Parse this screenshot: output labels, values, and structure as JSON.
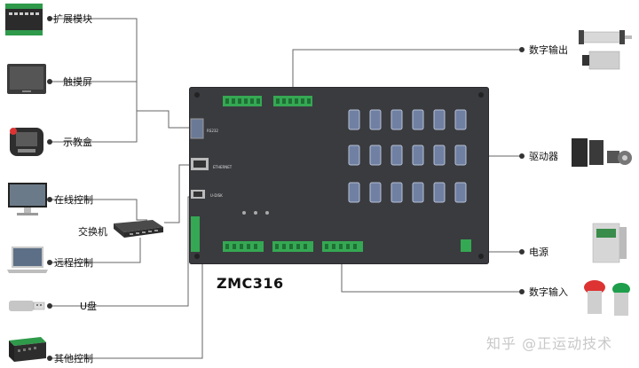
{
  "labels": {
    "expansion": "扩展模块",
    "touchscreen": "触摸屏",
    "pendant": "示教盒",
    "online": "在线控制",
    "switch": "交换机",
    "remote": "远程控制",
    "udisk": "U盘",
    "other": "其他控制",
    "digital_out": "数字输出",
    "driver": "驱动器",
    "power": "电源",
    "digital_in": "数字输入"
  },
  "controller": {
    "model": "ZMC316",
    "port_labels": [
      "RS232",
      "ETHERNET",
      "U-DISK"
    ]
  },
  "watermark": "知乎 @正运动技术"
}
